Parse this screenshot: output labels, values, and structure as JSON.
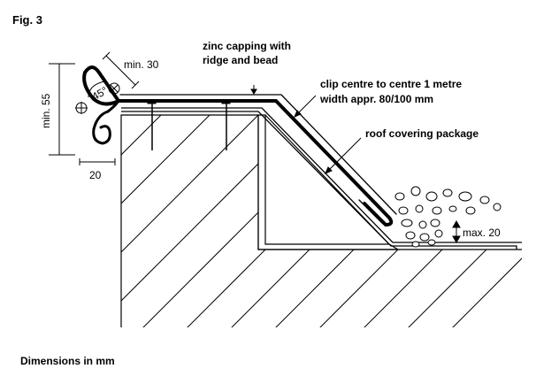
{
  "figure_label": "Fig. 3",
  "labels": {
    "capping_line1": "zinc capping with",
    "capping_line2": "ridge and bead",
    "clip_line1": "clip centre to centre 1 metre",
    "clip_line2": "width appr. 80/100 mm",
    "roof_package": "roof covering package"
  },
  "dimensions": {
    "min_30": "min. 30",
    "min_55": "min. 55",
    "angle_45": "45°",
    "width_20": "20",
    "max_20": "max. 20"
  },
  "footer": "Dimensions in mm"
}
